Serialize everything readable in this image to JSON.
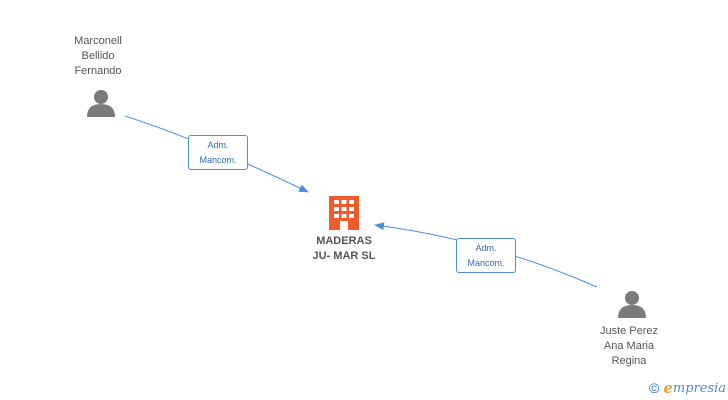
{
  "nodes": {
    "person_top": {
      "lines": [
        "Marconell",
        "Bellido",
        "Fernando"
      ]
    },
    "person_bottom": {
      "lines": [
        "Juste Perez",
        "Ana Maria",
        "Regina"
      ]
    },
    "company": {
      "lines": [
        "MADERAS",
        "JU- MAR SL"
      ]
    }
  },
  "relations": [
    {
      "lines": [
        "Adm.",
        "Mancom."
      ]
    },
    {
      "lines": [
        "Adm.",
        "Mancom."
      ]
    }
  ],
  "colors": {
    "edge": "#4a90d9",
    "person_icon": "#7a7a7a",
    "company_icon": "#f15a2b"
  },
  "brand": {
    "copyright_symbol": "©",
    "initial": "e",
    "rest": "mpresia"
  }
}
